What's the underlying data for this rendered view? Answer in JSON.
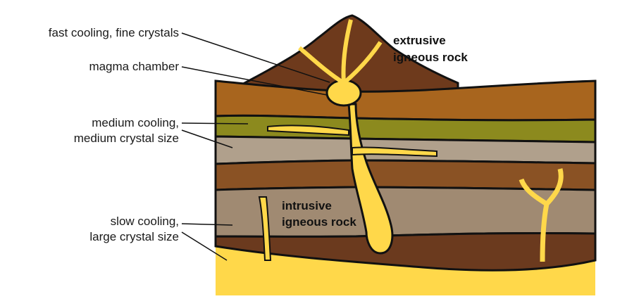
{
  "labels": {
    "fast_cooling": "fast cooling, fine crystals",
    "magma_chamber": "magma chamber",
    "medium_cooling_line1": "medium cooling,",
    "medium_cooling_line2": "medium crystal size",
    "slow_cooling_line1": "slow cooling,",
    "slow_cooling_line2": "large crystal size"
  },
  "rock_labels": {
    "extrusive_line1": "extrusive",
    "extrusive_line2": "igneous rock",
    "intrusive_line1": "intrusive",
    "intrusive_line2": "igneous rock"
  },
  "colors": {
    "magma": "#ffd84a",
    "magma_glow": "#fff27a",
    "volcano": "#6e3a1c",
    "layer_top": "#a8651e",
    "layer_green": "#8c8a1e",
    "layer_grey": "#b0a08c",
    "layer_brown": "#8a5224",
    "layer_grey_lower": "#a08a72",
    "layer_dark": "#6b3a1e",
    "outline": "#111111"
  }
}
